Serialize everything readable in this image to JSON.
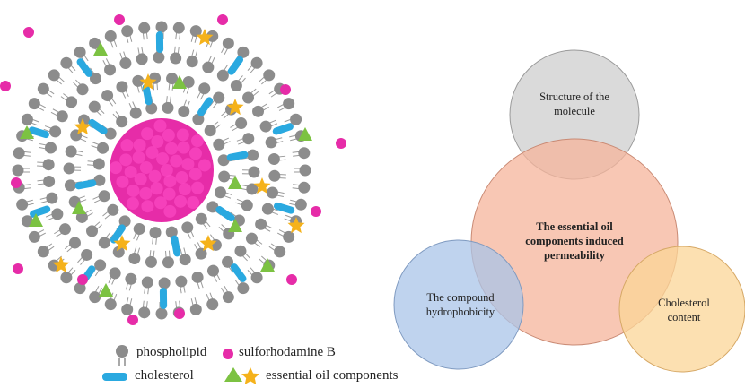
{
  "legend": {
    "phospholipid": "phospholipid",
    "sulforhodamine": "sulforhodamine B",
    "cholesterol": "cholesterol",
    "essential_oil": "essential oil components"
  },
  "venn": {
    "top_line1": "Structure of the",
    "top_line2": "molecule",
    "center_line1": "The essential oil",
    "center_line2": "components induced",
    "center_line3": "permeability",
    "left_line1": "The compound",
    "left_line2": "hydrophobicity",
    "right_line1": "Cholesterol",
    "right_line2": "content"
  },
  "colors": {
    "phospholipid": "#8c8c8c",
    "cholesterol": "#2aa9e0",
    "sulforhodamine": "#e62ca8",
    "triangle": "#7cc242",
    "star": "#f5b21b",
    "venn_top": "#d0d0d0",
    "venn_center": "#f6b7a0",
    "venn_left": "#a9c3e6",
    "venn_right": "#f9d9a0"
  }
}
